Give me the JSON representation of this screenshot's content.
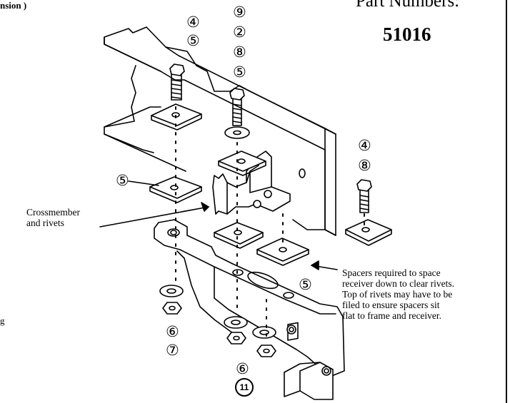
{
  "header_fragment": "nsion )",
  "part_numbers_label": "Part Numbers:",
  "part_number": "51016",
  "callouts": {
    "crossmember": [
      "Crossmember",
      "and rivets"
    ],
    "spacers": [
      "Spacers required to space",
      "receiver down to clear rivets.",
      "Top of rivets may have to be",
      "filed to ensure spacers sit",
      "flat to frame and receiver."
    ]
  },
  "left_fragment": "g",
  "item_numbers": {
    "left_bolt": [
      "④",
      "⑤"
    ],
    "center_bolt": [
      "⑨",
      "②",
      "⑧",
      "⑤"
    ],
    "right_bolt": [
      "④",
      "⑧"
    ],
    "left_spacer": "⑤",
    "right_spacer": "⑤",
    "left_nut": [
      "⑥",
      "⑦"
    ],
    "bottom_nut": "⑥",
    "bottom_nut_circled": "11"
  }
}
